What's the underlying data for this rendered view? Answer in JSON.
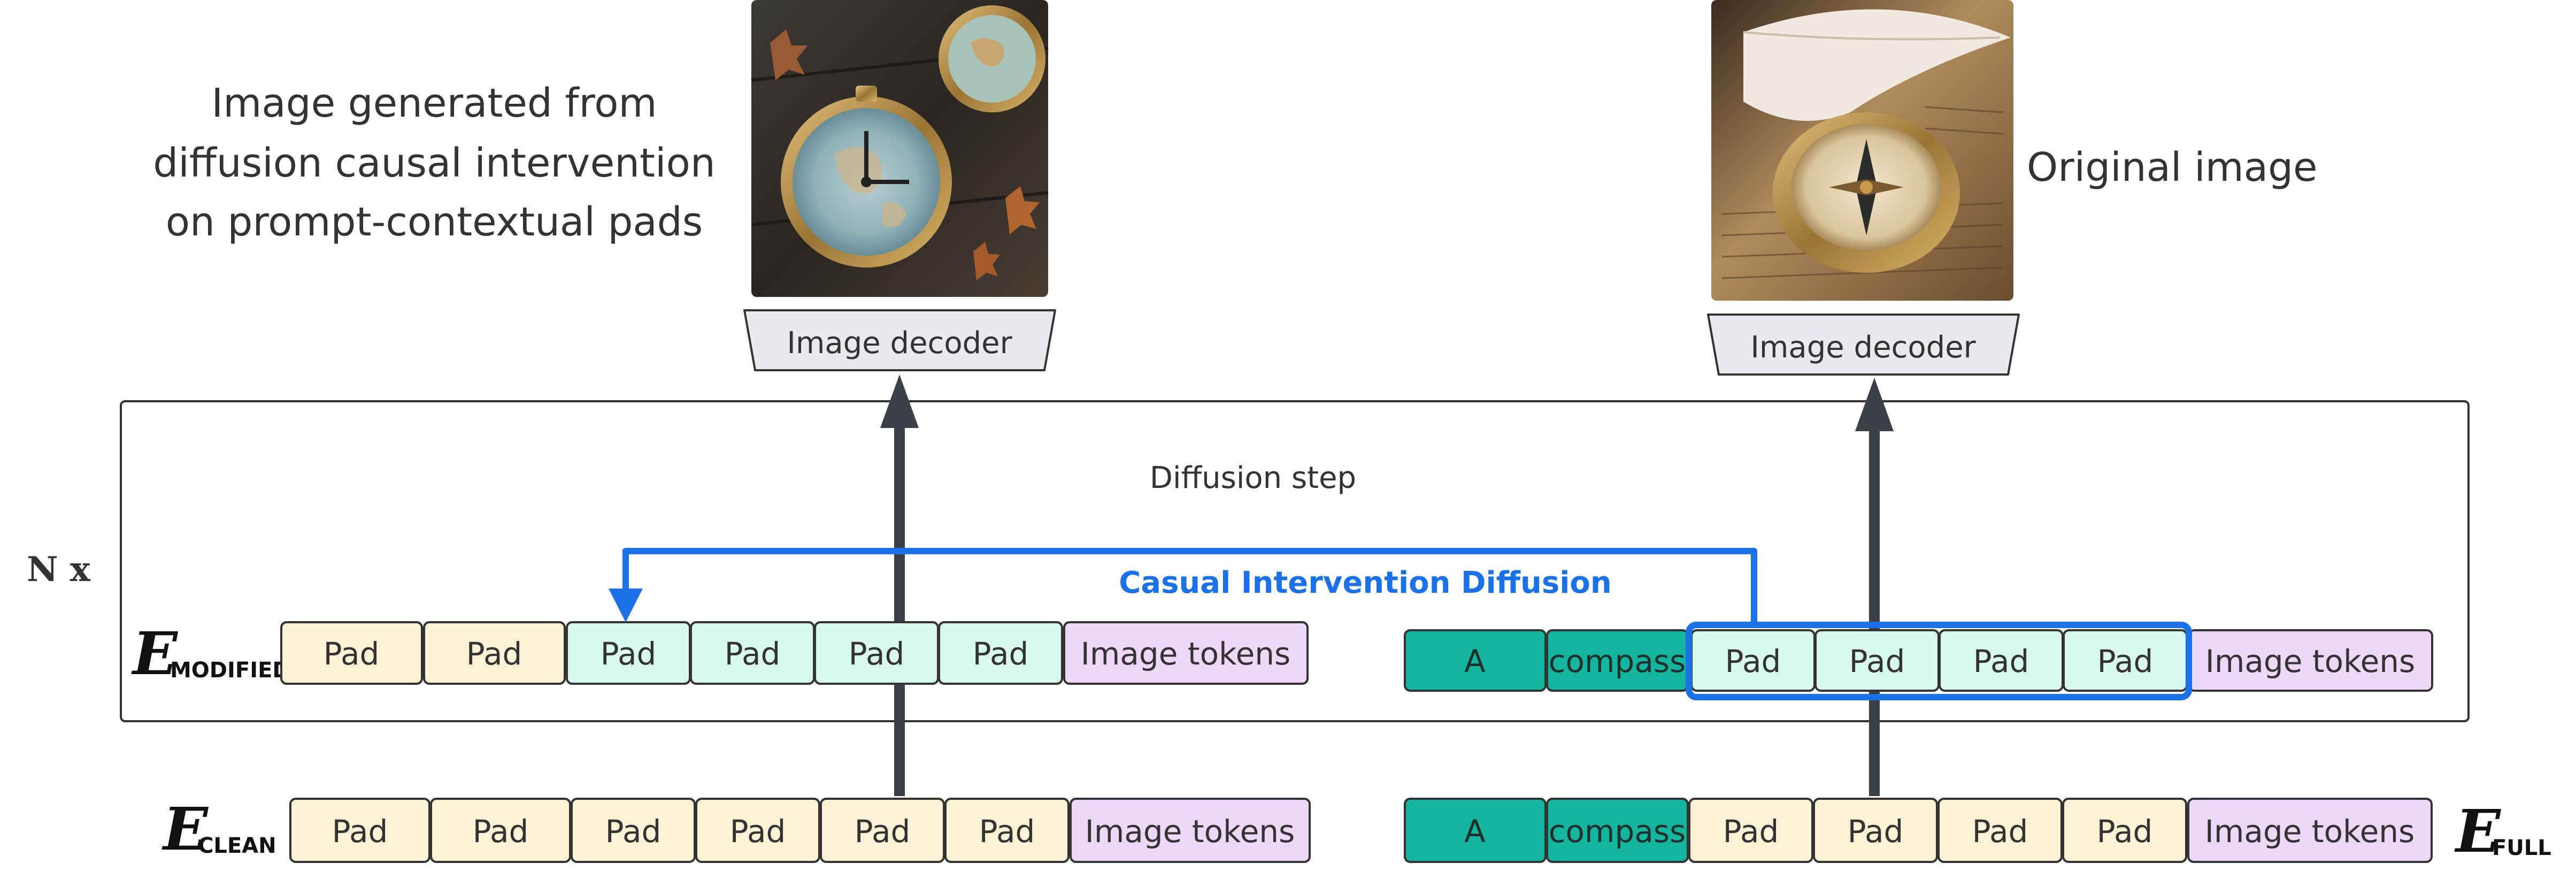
{
  "left_caption": {
    "line1": "Image generated from",
    "line2": "diffusion causal intervention",
    "line3": "on prompt-contextual pads"
  },
  "right_caption": "Original image",
  "decoder_label": "Image decoder",
  "diffusion_step_label": "Diffusion step",
  "intervention_label": "Casual Intervention Diffusion",
  "repeat_label": "N x",
  "embeddings": {
    "modified": {
      "main": "E",
      "sub": "MODIFIED"
    },
    "clean": {
      "main": "E",
      "sub": "CLEAN"
    },
    "full": {
      "main": "E",
      "sub": "FULL"
    }
  },
  "token_labels": {
    "pad": "Pad",
    "image_tokens": "Image tokens",
    "a": "A",
    "compass": "compass"
  },
  "colors": {
    "pad_plain": "#fdf1d6",
    "pad_context": "#d9f8f0",
    "word_token": "#14b59c",
    "image_token": "#efd7f8",
    "arrow_dark": "#3a3f48",
    "intervention_blue": "#1b72e8",
    "decoder_fill": "#e8eaee"
  },
  "images": {
    "left": "pocket-watch-image",
    "right": "compass-quill-image"
  }
}
